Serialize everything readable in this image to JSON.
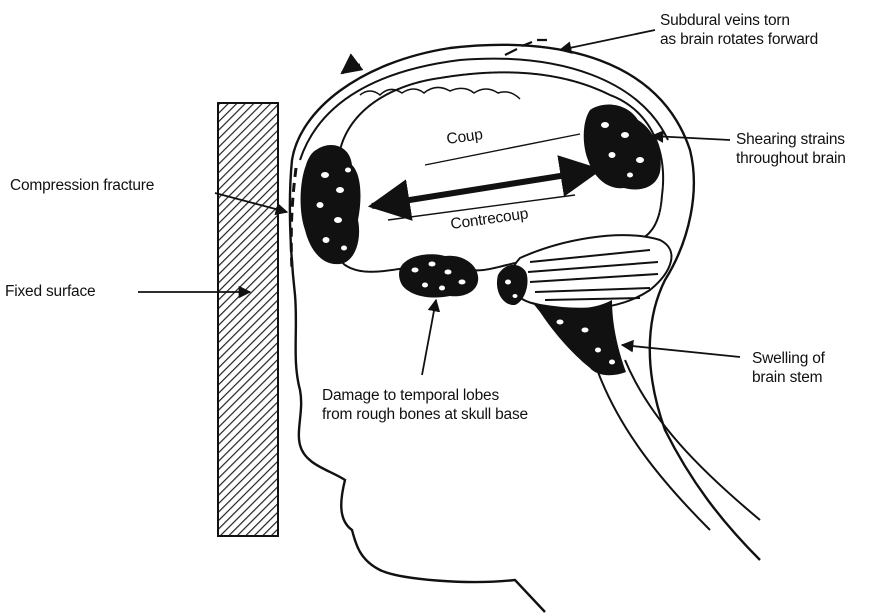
{
  "labels": {
    "subdural_line1": "Subdural veins torn",
    "subdural_line2": "as brain rotates forward",
    "shearing_line1": "Shearing strains",
    "shearing_line2": "throughout brain",
    "compression": "Compression fracture",
    "fixed_surface": "Fixed surface",
    "coup": "Coup",
    "contrecoup": "Contrecoup",
    "swelling_line1": "Swelling of",
    "swelling_line2": "brain stem",
    "temporal_line1": "Damage to temporal lobes",
    "temporal_line2": "from rough bones at skull base"
  }
}
